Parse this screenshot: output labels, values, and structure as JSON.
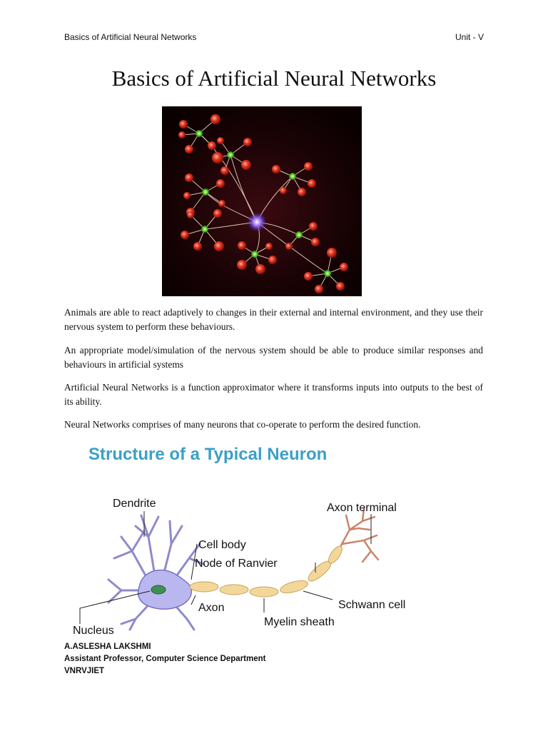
{
  "header": {
    "left": "Basics of Artificial Neural Networks",
    "right": "Unit - V"
  },
  "title": "Basics of Artificial Neural Networks",
  "paragraphs": [
    "Animals are able to react adaptively to changes in their external and internal environment, and they use their nervous system to perform these behaviours.",
    "An appropriate model/simulation of the nervous system should be able to produce similar responses and behaviours in artificial systems",
    "Artificial Neural Networks is a function approximator where it transforms inputs into outputs to the best of its ability.",
    "Neural Networks comprises of many neurons that co-operate to perform the desired function."
  ],
  "neuron_diagram": {
    "heading": "Structure of a Typical Neuron",
    "labels": {
      "dendrite": "Dendrite",
      "cell_body": "Cell body",
      "node_of_ranvier": "Node of Ranvier",
      "axon": "Axon",
      "nucleus": "Nucleus",
      "myelin_sheath": "Myelin sheath",
      "schwann_cell": "Schwann cell",
      "axon_terminal": "Axon terminal"
    },
    "colors": {
      "heading": "#3aa0c8",
      "cell": "#b9b6f0",
      "myelin": "#f3d79a"
    }
  },
  "footer": {
    "name": "A.ASLESHA LAKSHMI",
    "role": "Assistant Professor, Computer Science Department",
    "institute": "VNRVJIET"
  }
}
